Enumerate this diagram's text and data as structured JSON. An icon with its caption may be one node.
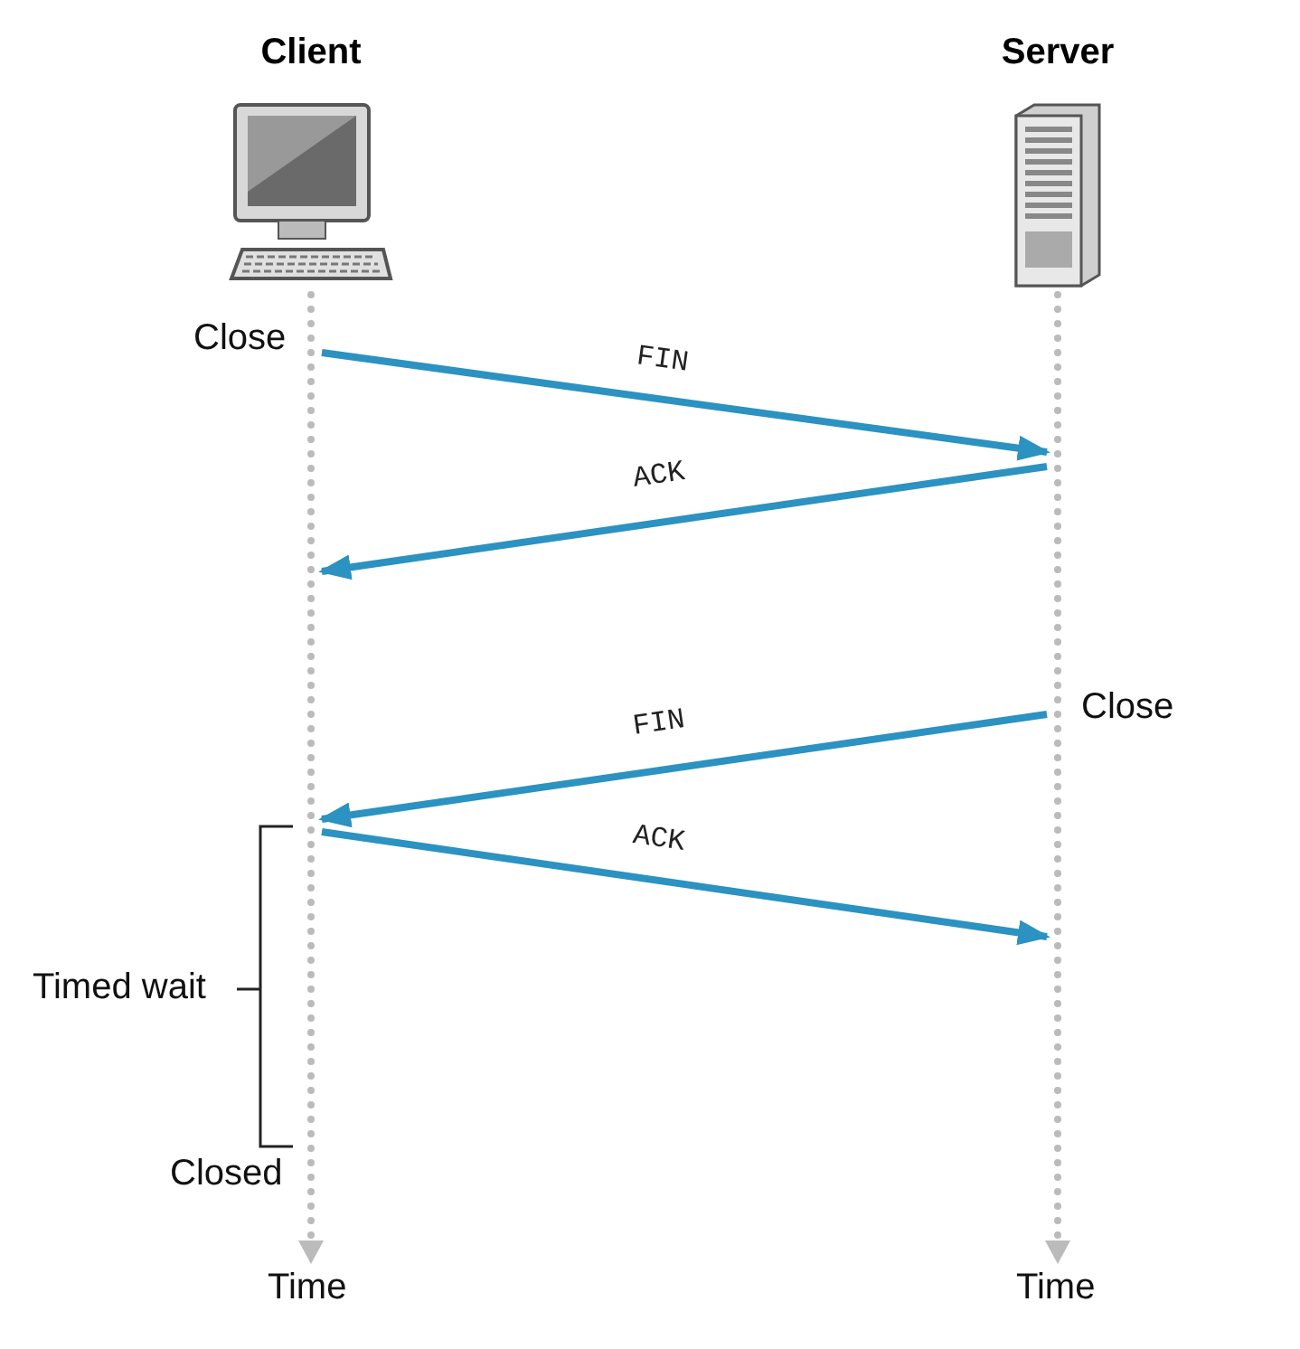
{
  "diagram": {
    "nodes": [
      {
        "text": [
          "Client"
        ]
      },
      {
        "text": [
          "Server"
        ]
      }
    ],
    "edges": [
      {
        "from": 0,
        "to": 1,
        "arrow": "to",
        "label": "FIN"
      },
      {
        "from": 1,
        "to": 0,
        "arrow": "to",
        "label": "ACK"
      },
      {
        "from": 1,
        "to": 0,
        "arrow": "to",
        "label": "FIN"
      },
      {
        "from": 0,
        "to": 1,
        "arrow": "to",
        "label": "ACK"
      }
    ],
    "labels": [
      "Close",
      "Close",
      "Timed wait",
      "Closed",
      "Time",
      "Time"
    ]
  }
}
